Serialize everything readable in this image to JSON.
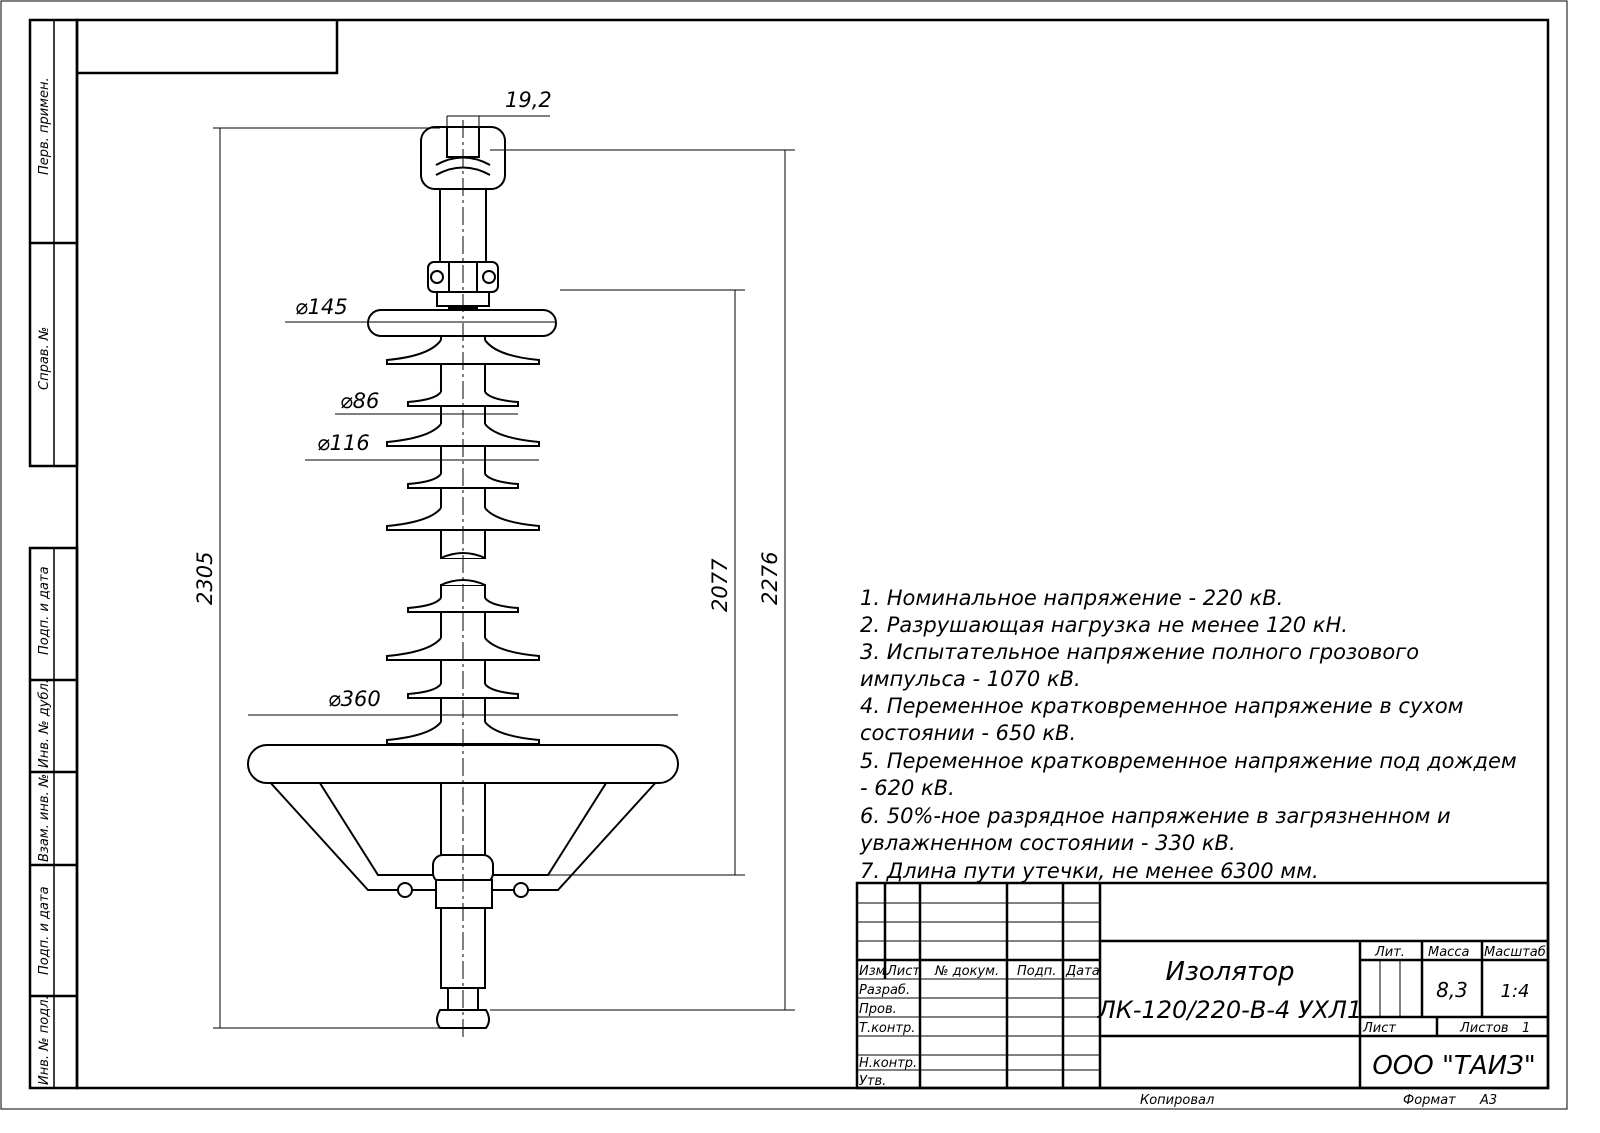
{
  "side_labels": [
    "Перв. примен.",
    "Справ. №",
    "Подп. и дата",
    "Инв. № дубл.",
    "Взам. инв. №",
    "Подп. и дата",
    "Инв. № подл."
  ],
  "dimensions": {
    "top_width": "19,2",
    "d145": "⌀145",
    "d86": "⌀86",
    "d116": "⌀116",
    "d360": "⌀360",
    "h2305": "2305",
    "h2077": "2077",
    "h2276": "2276"
  },
  "notes": [
    "1. Номинальное напряжение - 220 кВ.",
    "2. Разрушающая нагрузка не менее 120 кН.",
    "3. Испытательное напряжение полного грозового",
    "импульса - 1070 кВ.",
    "4. Переменное кратковременное напряжение  в сухом",
    "состоянии - 650 кВ.",
    "5. Переменное кратковременное напряжение под дождем",
    "- 620 кВ.",
    "6. 50%-ное разрядное напряжение в загрязненном и",
    "увлажненном состоянии - 330 кВ.",
    "7. Длина пути утечки, не менее 6300 мм."
  ],
  "title_block": {
    "headers": {
      "izm": "Изм.",
      "list": "Лист",
      "doc": "№ докум.",
      "sign": "Подп.",
      "date": "Дата"
    },
    "roles": {
      "razrab": "Разраб.",
      "prov": "Пров.",
      "tkontr": "Т.контр.",
      "nkontr": "Н.контр.",
      "utv": "Утв."
    },
    "title_line1": "Изолятор",
    "title_line2": "ЛК-120/220-В-4 УХЛ1",
    "lit_label": "Лит.",
    "mass_label": "Масса",
    "scale_label": "Масштаб",
    "mass": "8,3",
    "scale": "1:4",
    "sheet_label": "Лист",
    "sheets_label": "Листов",
    "sheets": "1",
    "company": "ООО \"ТАИЗ\"",
    "copied": "Копировал",
    "format_label": "Формат",
    "format": "А3"
  }
}
